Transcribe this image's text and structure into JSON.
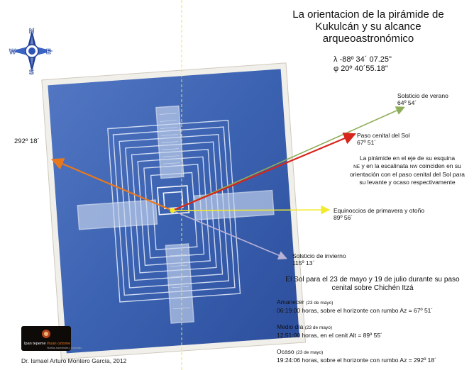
{
  "title": {
    "line1": "La orientacion de la pirámide de",
    "line2": "Kukulcán y su alcance",
    "line3": "arqueoastronómico"
  },
  "coords": {
    "lambda": "λ -88º 34´ 07.25\"",
    "phi": "φ  20º 40´55.18\""
  },
  "compass": {
    "icon": "compass-rose-icon",
    "letters": [
      "N",
      "S",
      "E",
      "W"
    ]
  },
  "directions": {
    "solsticio_verano": {
      "name": "Solsticio de verano",
      "angle": "64º 54´",
      "color": "#8fae5a"
    },
    "paso_cenital": {
      "name": "Paso cenital del Sol",
      "angle": "67º 51´",
      "color": "#d8251c"
    },
    "equinoccios": {
      "name": "Equinoccios de primavera y otoño",
      "angle": "89º 56´",
      "color": "#f2ea2a"
    },
    "solsticio_invierno": {
      "name": "Solsticio de invierno",
      "angle": "115º 13´",
      "color": "#b9b2d6"
    },
    "ocaso": {
      "angle": "292º 18´",
      "color": "#e8781e"
    },
    "meridian_color": "#f5e04a"
  },
  "note": {
    "p1": "La pirámide en el eje de su esquina",
    "ne": "NE",
    "p2": "y en la escalinata",
    "nw": "NW",
    "p3": "coinciden en su orientación con el paso cenital del Sol para su levante y ocaso respectivamente"
  },
  "heading": {
    "line1": "El Sol para el 23 de mayo y 19 de julio durante su paso",
    "line2": "cenital sobre Chichén Itzá"
  },
  "events": [
    {
      "name": "Amanecer",
      "date": "(23 de mayo)",
      "detail": "06:19:00 horas, sobre el horizonte con rumbo Az = 67º 51´"
    },
    {
      "name": "Medio día",
      "date": "(23 de mayo)",
      "detail": "12:51:00 horas, en el cenit Alt = 89º 55´"
    },
    {
      "name": "Ocaso",
      "date": "(23 de mayo)",
      "detail": "19:24:06 horas, sobre el horizonte con rumbo Az = 292º 18´"
    }
  ],
  "logo": {
    "name1": "Ipan tepeme",
    "name2": "ihuan oztome",
    "tagline": "Huellas ancestrales y culturales"
  },
  "credit": "Dr. Ismael Arturo Montero García, 2012",
  "colors": {
    "photo_blue": "#3f66b5",
    "photo_frame": "#f1efe9"
  }
}
